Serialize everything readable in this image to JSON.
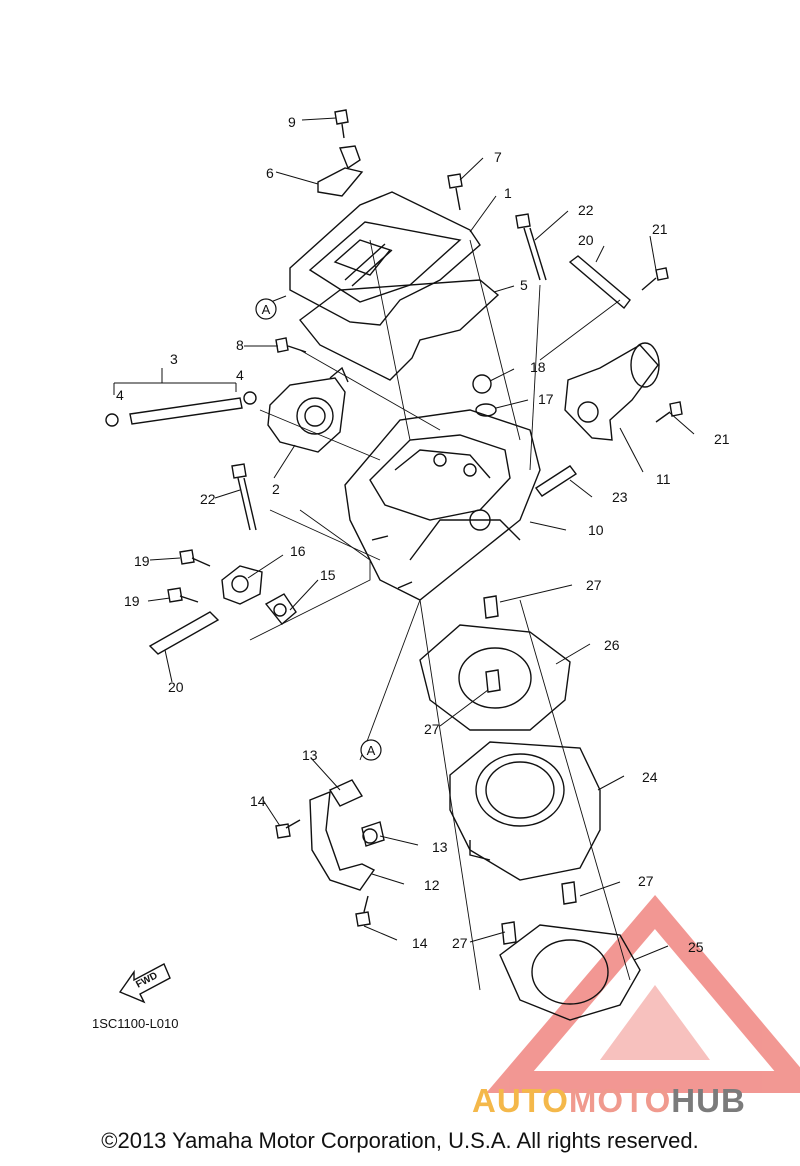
{
  "part_numbers": [
    "1",
    "2",
    "3",
    "4",
    "4",
    "5",
    "6",
    "7",
    "8",
    "9",
    "10",
    "11",
    "12",
    "13",
    "13",
    "14",
    "14",
    "15",
    "16",
    "17",
    "18",
    "19",
    "19",
    "20",
    "20",
    "21",
    "21",
    "22",
    "22",
    "23",
    "24",
    "25",
    "26",
    "27",
    "27",
    "27",
    "27"
  ],
  "reference_markers": [
    "A",
    "A"
  ],
  "fwd_label": "FWD",
  "diagram_code": "1SC1100-L010",
  "copyright": "©2013 Yamaha Motor Corporation, U.S.A. All rights reserved.",
  "watermark": {
    "part1": "AUTO",
    "part2": "MOTO",
    "part3": "HUB"
  },
  "colors": {
    "line": "#111111",
    "watermark_red": "#e8433b",
    "watermark_orange": "#f4b84a",
    "watermark_gray": "#7b7b7b"
  }
}
